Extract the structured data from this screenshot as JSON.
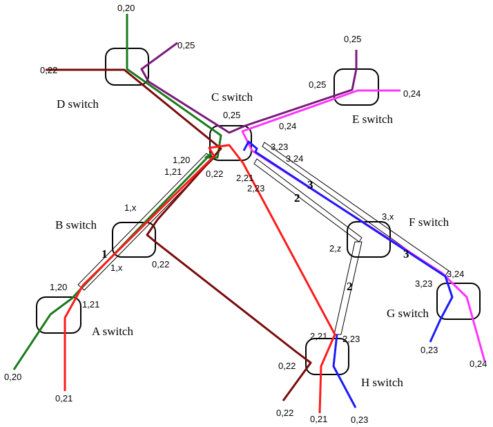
{
  "colors": {
    "green": "#1a7a1a",
    "red": "#ff1a1a",
    "darkred": "#7a0a0a",
    "purple": "#7a1a7a",
    "magenta": "#ff33ff",
    "blue": "#1a1aff"
  },
  "switches": {
    "a": "A switch",
    "b": "B switch",
    "c": "C switch",
    "d": "D switch",
    "e": "E switch",
    "f": "F switch",
    "g": "G switch",
    "h": "H switch"
  },
  "trunks": {
    "t1": "1",
    "t2a": "2",
    "t2b": "2",
    "t3a": "3",
    "t3b": "3"
  },
  "ports": {
    "d_top": "0,20",
    "d_left": "0,22",
    "d_right": "0,25",
    "c_top": "0,25",
    "c_bottom": "0,22",
    "c_right": "0,24",
    "c_120": "1,20",
    "c_121": "1,21",
    "c_221": "2,21",
    "c_223": "2,23",
    "c_323": "3,23",
    "c_324": "3,24",
    "e_top": "0,25",
    "e_left": "0,25",
    "e_right": "0,24",
    "b_1x_top": "1,x",
    "b_1x_bottom": "1,x",
    "b_022": "0,22",
    "a_120": "1,20",
    "a_121": "1,21",
    "a_020": "0,20",
    "a_021": "0,21",
    "f_3x": "3,x",
    "f_2z": "2,z",
    "g_324": "3,24",
    "g_323": "3,23",
    "g_023": "0,23",
    "g_024": "0,24",
    "h_221": "2,21",
    "h_223": "2,23",
    "h_022_left": "0,22",
    "h_022_bottom": "0,22",
    "h_021": "0,21",
    "h_023": "0,23"
  }
}
